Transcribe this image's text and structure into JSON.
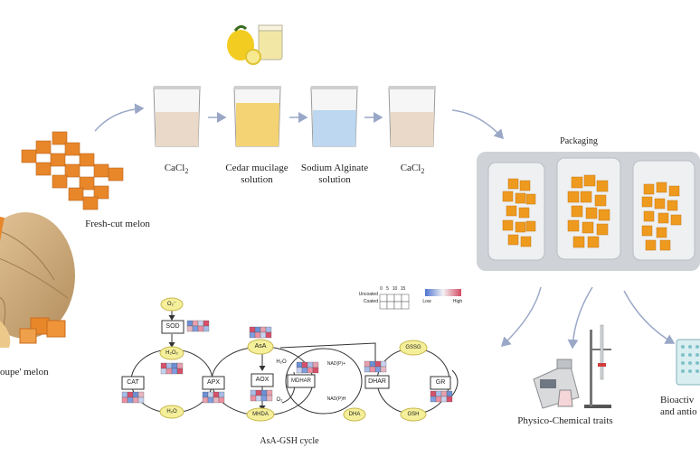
{
  "labels": {
    "fresh_cut_melon": "Fresh-cut melon",
    "cantaloupe_melon": "oupe' melon",
    "cacl2_a": "CaCl",
    "cacl2_a_sub": "2",
    "cedar_mucilage": "Cedar mucilage",
    "cedar_mucilage_2": "solution",
    "sodium_alginate": "Sodium Alginate",
    "sodium_alginate_2": "solution",
    "cacl2_b": "CaCl",
    "cacl2_b_sub": "2",
    "packaging": "Packaging",
    "physico_chemical": "Physico-Chemical traits",
    "bioactive_1": "Bioactiv",
    "bioactive_2": "and antio",
    "cycle_title": "AsA-GSH cycle"
  },
  "cycle": {
    "o2": "O₂⁻",
    "sod": "SOD",
    "h2o2": "H₂O₂",
    "cat": "CAT",
    "apx": "APX",
    "h2o_left": "H₂O",
    "asa": "AsA",
    "aox": "AOX",
    "h2o_aox": "H₂O",
    "o2_aox": "O₂",
    "mdhar": "MDHAR",
    "nadp": "NAD(P)+",
    "nadph": "NAD(P)H",
    "mhda": "MHDA",
    "dha": "DHA",
    "dhar": "DHAR",
    "gssg": "GSSG",
    "gr": "GR",
    "gsh": "GSH"
  },
  "legend": {
    "uncoated": "Uncoated",
    "coated": "Coated",
    "days": [
      "0",
      "5",
      "10",
      "15"
    ],
    "low": "Low",
    "high": "High"
  },
  "colors": {
    "arrow": "#9aa8c7",
    "node_fill": "#f5ef9a",
    "beaker_cacl2": "#ead9c8",
    "beaker_cedar": "#f4d374",
    "beaker_alginate": "#bcd7ef",
    "melon_cube": "#e8862a"
  }
}
